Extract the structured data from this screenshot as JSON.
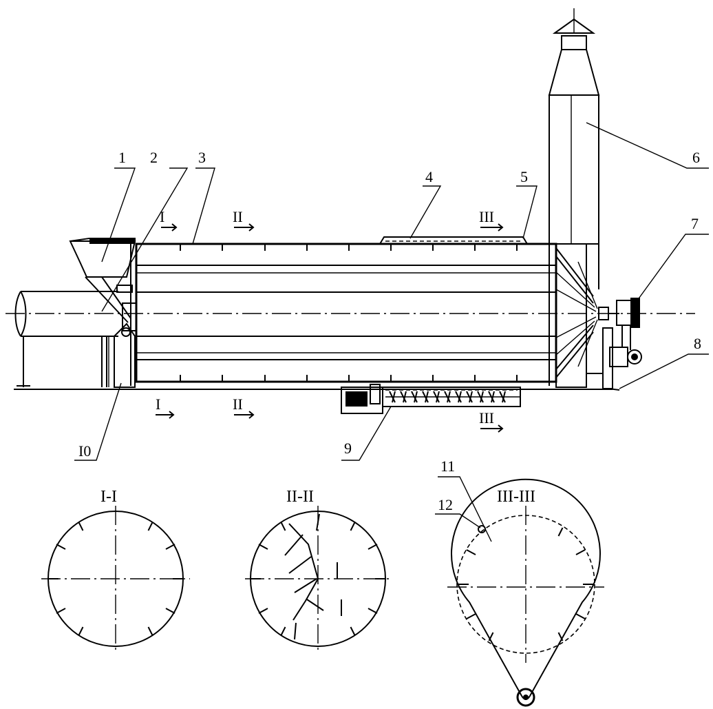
{
  "labels": {
    "l1": "1",
    "l2": "2",
    "l3": "3",
    "l4": "4",
    "l5": "5",
    "l6": "6",
    "l7": "7",
    "l8": "8",
    "l9": "9",
    "l10": "I0",
    "l11": "11",
    "l12": "12"
  },
  "section_marks": {
    "s1": "I",
    "s2": "II",
    "s3": "III"
  },
  "section_titles": {
    "t1": "I-I",
    "t2": "II-II",
    "t3": "III-III"
  }
}
